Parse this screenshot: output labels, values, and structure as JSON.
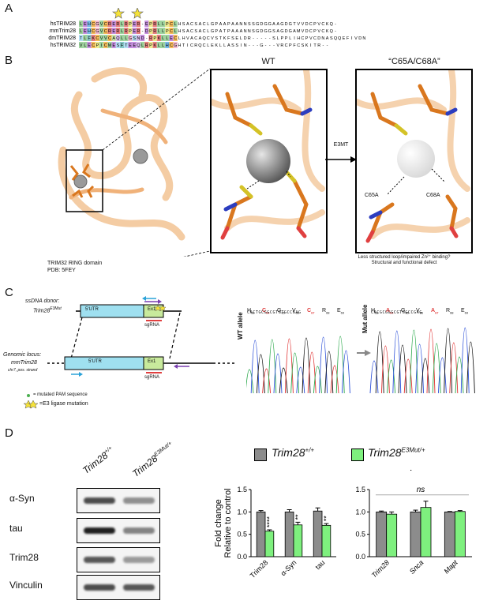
{
  "panels": {
    "A": "A",
    "B": "B",
    "C": "C",
    "D": "D"
  },
  "alignment": {
    "rows": [
      {
        "name": "hsTRIM28",
        "seq": "LEHCGVCRERLRPER-EPRLLPCLHSACSACLGPAAPAANNSSGDGGAAGDGTVVDCPVCKQ-"
      },
      {
        "name": "mmTrim28",
        "seq": "LEHCGVCRERLRPER-DPRLLPCLHSACSACLGPATPAAANNSGDGGSAGDGAMVDCPVCKQ-"
      },
      {
        "name": "dmTRIM28",
        "seq": "TLFKCVVCAQLLGSND-RPKLLECLHVACAQCVSTKFSELDR-----SLPPLIHCPVCDNASQQEFIVDNQF"
      },
      {
        "name": "hsTRIM32",
        "seq": "VLECPICMESFTEEQLRPKLLHCGHTICRQCLEKLLASSIN---G---VRCPFCSKITR--"
      }
    ],
    "asterisk": "*"
  },
  "panelB": {
    "wt_title": "WT",
    "mut_title": "“C65A/C68A”",
    "arrow_label": "E3MT",
    "c65a": "C65A",
    "c68a": "C68A",
    "caption1": "Less structured loop/impaired Zn²⁺ binding?",
    "caption2": "Structural and functional defect",
    "domain_label": "TRIM32 RING domain",
    "pdb_label": "PDB: 5FEY"
  },
  "panelC": {
    "donor_label": "ssDNA donor:",
    "donor_name": "Trim28",
    "donor_sup": "E3Mut",
    "utr": "5'UTR",
    "ex1": "Ex1",
    "sgrna": "sgRNA",
    "genomic_label": "Genomic locus:",
    "genomic_name": "mmTrim28",
    "genomic_pos": "chr7, pos. strand",
    "pam_legend": "= mutated PAM sequence",
    "star_legend": "=E3 ligase mutation",
    "wt_allele": "WT allele",
    "mut_allele": "Mut allele",
    "wt_aa": [
      "H",
      "C",
      "G",
      "V",
      "C",
      "R",
      "E"
    ],
    "wt_aa_sub": [
      "63",
      "64",
      "65",
      "66",
      "67",
      "68",
      "69"
    ],
    "mut_aa": [
      "H",
      "A",
      "G",
      "V",
      "A",
      "R",
      "E"
    ],
    "wt_nt": "CACTGCGGCGTGTGCCGAG",
    "mut_nt": "CACGCGGGCGTGGCCGAG"
  },
  "panelD": {
    "lane1": "Trim28",
    "lane1_sup": "+/+",
    "lane2": "Trim28",
    "lane2_sup": "E3Mut/+",
    "proteins": [
      "α-Syn",
      "tau",
      "Trim28",
      "Vinculin"
    ],
    "legend_wt": "Trim28",
    "legend_wt_sup": "+/+",
    "legend_mut": "Trim28",
    "legend_mut_sup": "E3Mut/+",
    "colors": {
      "wt": "#8c8c8c",
      "mut": "#7ef07e"
    }
  },
  "chart_data": [
    {
      "type": "bar",
      "title": "Western Blot",
      "ylabel": "Fold change Relative to control",
      "categories": [
        "Trim28",
        "α-Syn",
        "tau"
      ],
      "ylim": [
        0,
        1.5
      ],
      "yticks": [
        "0.0",
        "0.5",
        "1.0",
        "1.5"
      ],
      "series": [
        {
          "name": "Trim28+/+",
          "values": [
            1.0,
            1.0,
            1.02
          ],
          "errors": [
            0.03,
            0.05,
            0.07
          ]
        },
        {
          "name": "Trim28E3Mut/+",
          "values": [
            0.57,
            0.71,
            0.7
          ],
          "errors": [
            0.03,
            0.06,
            0.04
          ]
        }
      ],
      "annotations": [
        "****",
        "**",
        "**"
      ]
    },
    {
      "type": "bar",
      "title": "qPCR",
      "categories": [
        "Trim28",
        "Snca",
        "Mapt"
      ],
      "ylim": [
        0,
        1.5
      ],
      "yticks": [
        "0.0",
        "0.5",
        "1.0",
        "1.5"
      ],
      "series": [
        {
          "name": "Trim28+/+",
          "values": [
            1.0,
            1.0,
            1.0
          ],
          "errors": [
            0.02,
            0.04,
            0.01
          ]
        },
        {
          "name": "Trim28E3Mut/+",
          "values": [
            0.95,
            1.1,
            1.01
          ],
          "errors": [
            0.05,
            0.14,
            0.02
          ]
        }
      ],
      "annotation": "ns"
    }
  ]
}
